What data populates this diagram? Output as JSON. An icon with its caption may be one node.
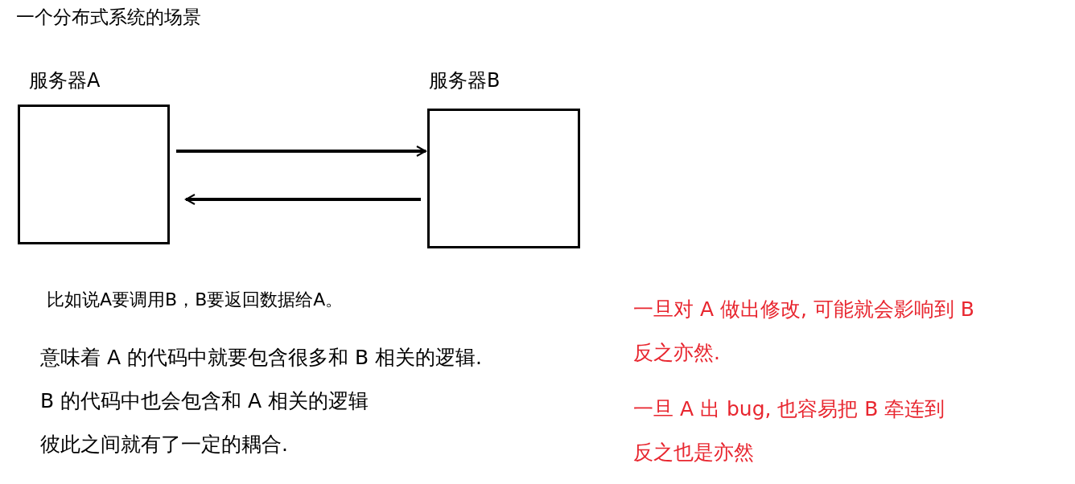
{
  "diagram": {
    "title": "一个分布式系统的场景",
    "nodes": [
      {
        "text": [
          "服务器A"
        ]
      },
      {
        "text": [
          "服务器B"
        ]
      }
    ],
    "edges": [
      {
        "from": 0,
        "to": 1,
        "arrow": "to"
      },
      {
        "from": 1,
        "to": 0,
        "arrow": "to"
      }
    ],
    "labels": [
      "比如说A要调用B，B要返回数据给A。",
      "意味着 A 的代码中就要包含很多和 B 相关的逻辑.",
      "B 的代码中也会包含和 A 相关的逻辑",
      "彼此之间就有了一定的耦合.",
      "一旦对 A 做出修改, 可能就会影响到 B",
      "反之亦然.",
      "一旦 A 出 bug, 也容易把 B 牵连到",
      "反之也是亦然"
    ]
  }
}
